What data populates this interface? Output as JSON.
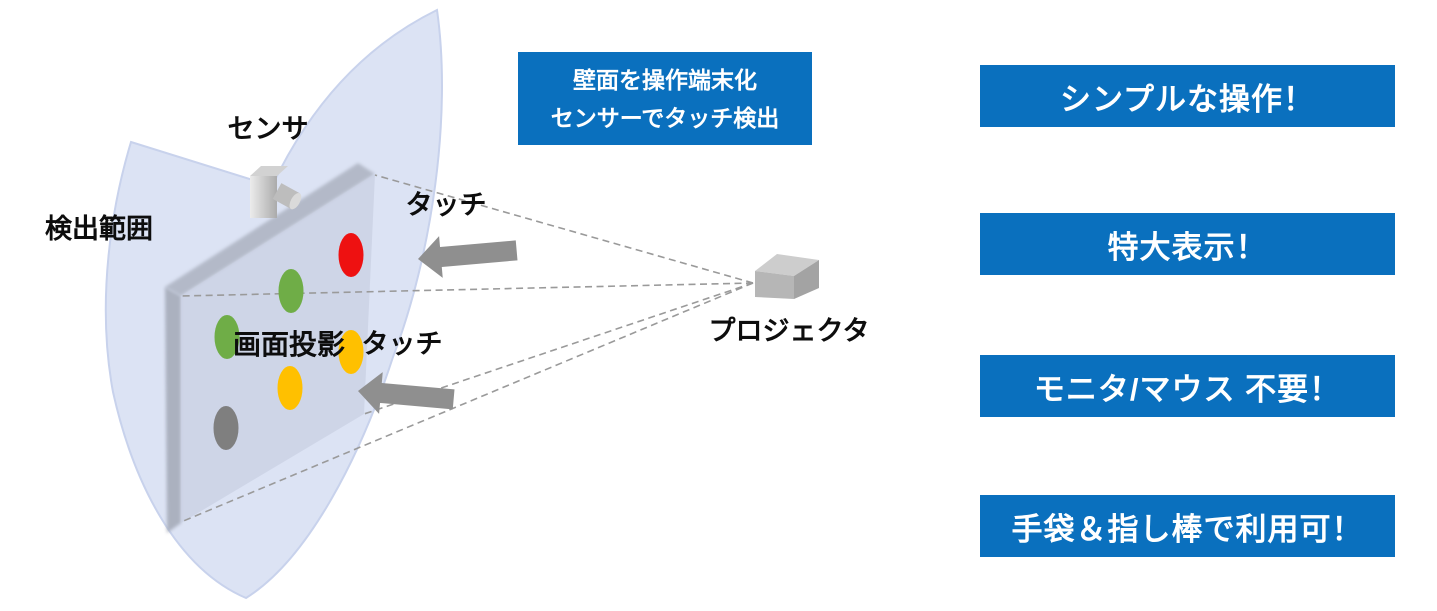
{
  "diagram": {
    "info_box": {
      "line1": "壁面を操作端末化",
      "line2": "センサーでタッチ検出"
    },
    "labels": {
      "sensor": "センサ",
      "detection_range": "検出範囲",
      "touch_upper": "タッチ",
      "touch_lower": "タッチ",
      "screen_projection": "画面投影",
      "projector": "プロジェクタ"
    }
  },
  "benefits": [
    {
      "label": "シンプルな操作！"
    },
    {
      "label": "特大表示！"
    },
    {
      "label": "モニタ/マウス 不要！"
    },
    {
      "label": "手袋＆指し棒で利用可！"
    }
  ],
  "colors": {
    "accent_blue": "#0a70be",
    "detection_area_fill": "#dce3f4",
    "detection_area_edge": "#c8d2ec",
    "wall_face": "#c9d0e3",
    "wall_bevel": "#a6acba",
    "dot_red": "#ee1111",
    "dot_green": "#6fad47",
    "dot_yellow": "#ffc000",
    "dot_gray": "#7f7f7f",
    "arrow_gray": "#8f8f8f",
    "dash_gray": "#9a9a9a",
    "device_gray": "#b6b6b6"
  }
}
